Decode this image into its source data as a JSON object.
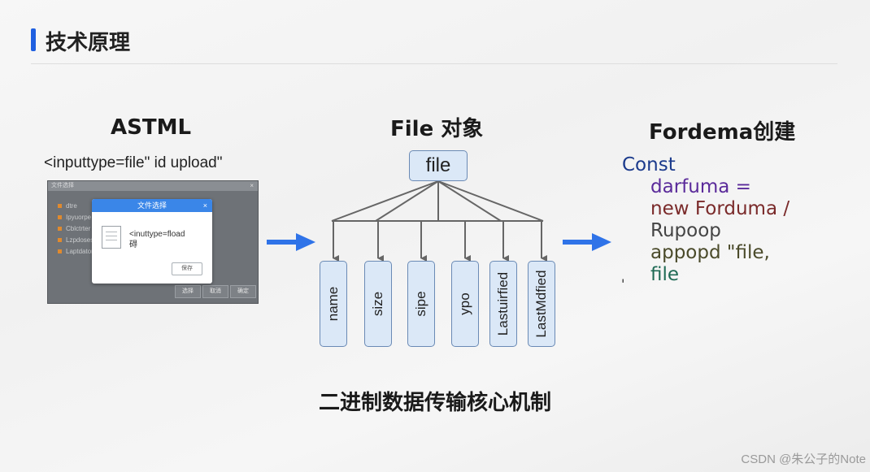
{
  "title": "技术原理",
  "accent_color": "#1f5fe0",
  "left": {
    "heading": "ASTML",
    "snippet": "<inputtype=file\" id upload\"",
    "shot": {
      "window_title": "文件选择",
      "rows": [
        "dtre",
        "Ipyuorpe",
        "Cblctrter",
        "Lzpdoses",
        "Laptdator"
      ],
      "buttons": [
        "选择",
        "取消",
        "确定"
      ],
      "dialog": {
        "title": "文件选择",
        "close": "×",
        "text_line1": "<inuttype=fload",
        "text_line2": "碍",
        "ok": "保存"
      }
    }
  },
  "middle": {
    "heading": "File 对象",
    "root": "file",
    "properties": [
      "name",
      "size",
      "sipe",
      "ypo",
      "Lastuirfied",
      "LastMdfied"
    ]
  },
  "right": {
    "heading": "Fordema创建",
    "tick": "'",
    "code": [
      {
        "text": "Const",
        "color": "#1b3a8c"
      },
      {
        "text": "darfuma =",
        "color": "#5a2a9a"
      },
      {
        "text": "new Forduma /",
        "color": "#7a2a2a"
      },
      {
        "text": "Rupoop",
        "color": "#444444"
      },
      {
        "text": "appopd \"file,",
        "color": "#4a4a2a"
      },
      {
        "text": "file",
        "color": "#1f6a55"
      }
    ]
  },
  "caption": "二进制数据传输核心机制",
  "watermark": "CSDN @朱公子的Note"
}
